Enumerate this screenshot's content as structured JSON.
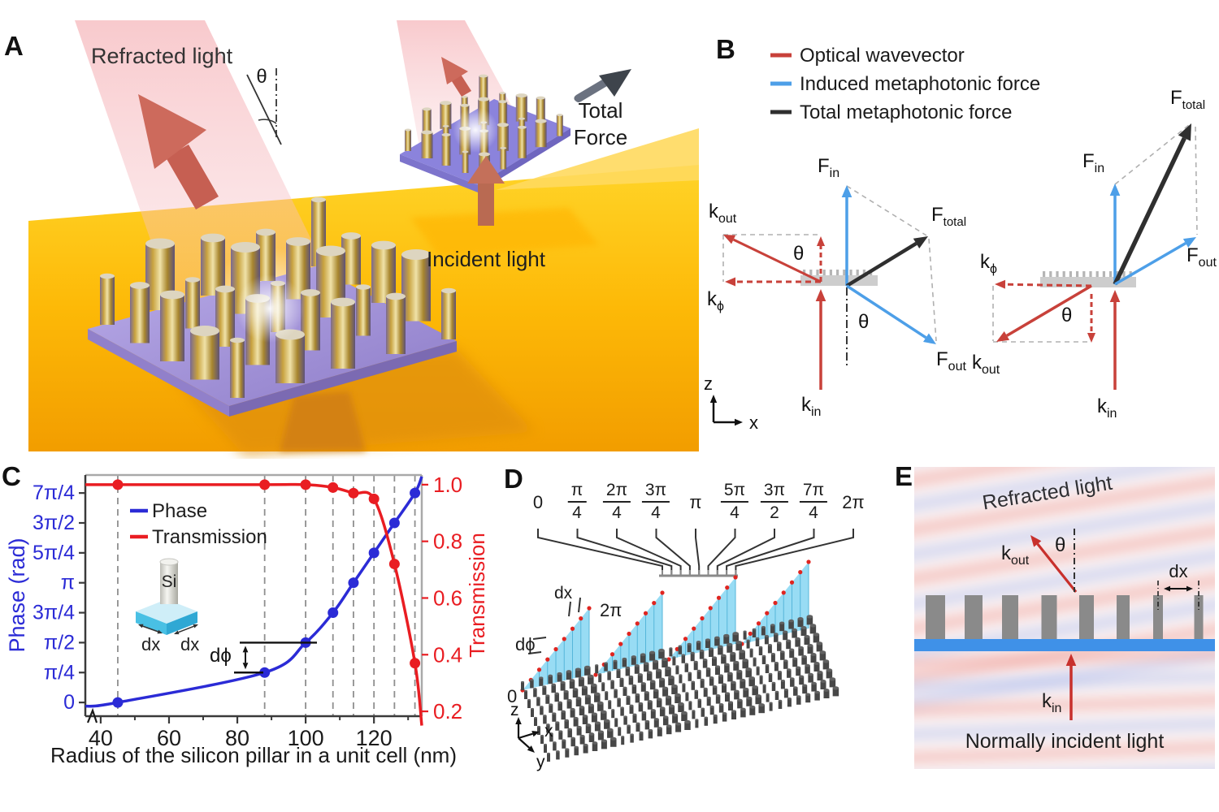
{
  "figure": {
    "background": "#ffffff"
  },
  "panel_a": {
    "label": "A",
    "refracted_light_label": "Refracted light",
    "theta": "θ",
    "total_force": [
      "Total",
      "Force"
    ],
    "incident_light_label": "Incident light",
    "colors": {
      "substrate_gold": "#f7b500",
      "platform_purple": "#a293dc",
      "beam_pink": "#f6b8bc",
      "arrow_red": "#cb6458"
    }
  },
  "panel_b": {
    "label": "B",
    "legend": [
      {
        "name": "Optical wavevector",
        "color": "#c8413a"
      },
      {
        "name": "Induced metaphotonic force",
        "color": "#4d9fe8"
      },
      {
        "name": "Total metaphotonic force",
        "color": "#2f2f2f"
      }
    ],
    "labels": {
      "f_in": [
        "F",
        "in"
      ],
      "f_total": [
        "F",
        "total"
      ],
      "f_out": [
        "F",
        "out"
      ],
      "k_in": [
        "k",
        "in"
      ],
      "k_out": [
        "k",
        "out"
      ],
      "k_phi": [
        "k",
        "ϕ"
      ],
      "theta": "θ",
      "z": "z",
      "x": "x"
    }
  },
  "panel_c": {
    "label": "C"
  },
  "chart_data": {
    "type": "line",
    "xlabel": "Radius of the silicon pillar in a unit cell (nm)",
    "ylabel_left": "Phase (rad)",
    "ylabel_right": "Transmission",
    "xlim": [
      35.5,
      134
    ],
    "x_major_ticks": [
      40,
      60,
      80,
      100,
      120
    ],
    "x_minor_ticks": [
      50,
      70,
      90,
      110,
      130
    ],
    "phase_axis": {
      "color": "#2b2bd6",
      "range": [
        -0.36,
        5.97
      ],
      "ticks": [
        {
          "label": "0",
          "value": 0
        },
        {
          "label": "π/4",
          "value": 0.7854
        },
        {
          "label": "π/2",
          "value": 1.5708
        },
        {
          "label": "3π/4",
          "value": 2.3562
        },
        {
          "label": "π",
          "value": 3.1416
        },
        {
          "label": "5π/4",
          "value": 3.927
        },
        {
          "label": "3π/2",
          "value": 4.7124
        },
        {
          "label": "7π/4",
          "value": 5.4978
        }
      ]
    },
    "transmission_axis": {
      "color": "#e91d22",
      "range": [
        0.183,
        1.034
      ],
      "ticks": [
        0.2,
        0.4,
        0.6,
        0.8,
        1.0
      ]
    },
    "x": [
      45,
      88,
      100,
      108,
      114,
      120,
      126,
      132
    ],
    "series": [
      {
        "name": "Phase",
        "color": "#2b2bd6",
        "values": [
          0,
          0.7854,
          1.5708,
          2.3562,
          3.1416,
          3.927,
          4.7124,
          5.4978
        ],
        "pre": [
          35.5,
          -0.1
        ],
        "post": [
          134,
          5.93
        ]
      },
      {
        "name": "Transmission",
        "color": "#e91d22",
        "values": [
          1.0,
          1.0,
          1.0,
          0.99,
          0.97,
          0.95,
          0.72,
          0.37
        ],
        "pre": [
          35.5,
          1.0
        ],
        "post": [
          134,
          0.15
        ]
      }
    ],
    "gridlines": "dashed vertical lines at sampled radii",
    "legend_position": "upper-left",
    "annotations": {
      "si": "Si",
      "dx_left": "dx",
      "dx_right": "dx",
      "dphi": "dϕ"
    }
  },
  "panel_d": {
    "label": "D",
    "phase_labels": [
      [
        "0"
      ],
      [
        "π",
        "4"
      ],
      [
        "2π",
        "4"
      ],
      [
        "3π",
        "4"
      ],
      [
        "π"
      ],
      [
        "5π",
        "4"
      ],
      [
        "3π",
        "2"
      ],
      [
        "7π",
        "4"
      ],
      [
        "2π"
      ]
    ],
    "annotations": {
      "dx": "dx",
      "two_pi": "2π",
      "dphi": "dϕ",
      "zero": "0"
    },
    "axes": {
      "z": "z",
      "x": "x",
      "y": "y"
    },
    "colors": {
      "ramp_cyan": "#8fd9f3",
      "dot_red": "#e02520",
      "pillar_gray": "#474747"
    }
  },
  "panel_e": {
    "label": "E",
    "refracted_light_label": "Refracted light",
    "normally_incident_label": "Normally incident light",
    "labels": {
      "k_out": [
        "k",
        "out"
      ],
      "k_in": [
        "k",
        "in"
      ],
      "theta": "θ",
      "dx": "dx"
    },
    "colors": {
      "pillar_gray": "#8a8a8a",
      "slab_blue": "#3f91e8",
      "field_red": "#f2b0ac",
      "field_blue": "#b9c4ee"
    }
  }
}
